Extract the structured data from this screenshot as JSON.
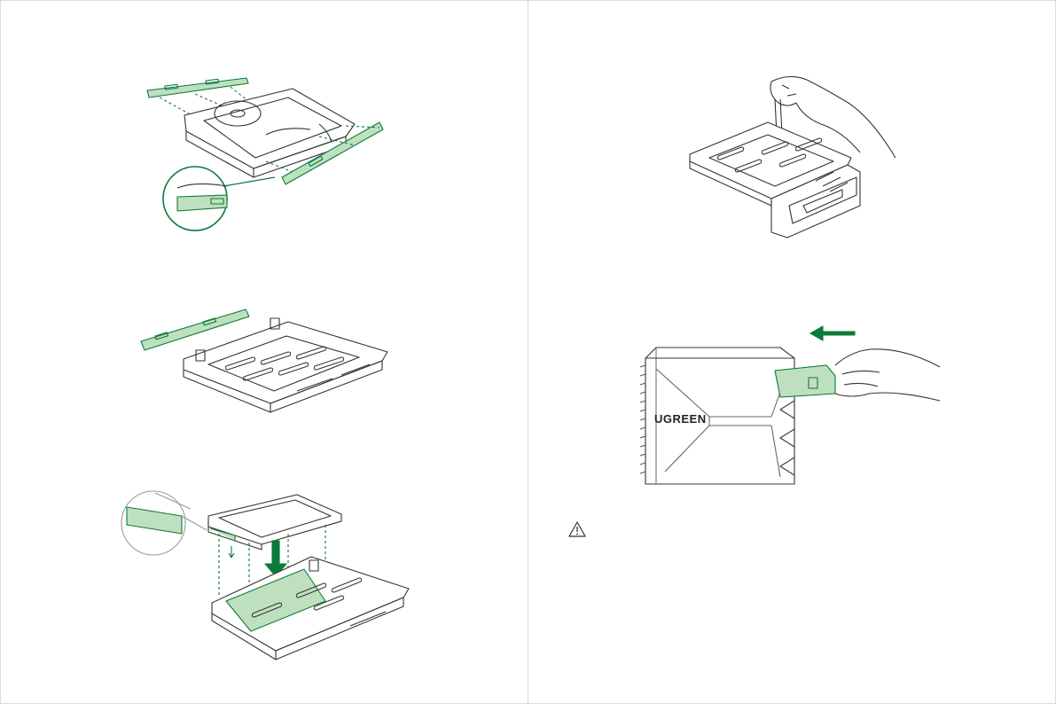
{
  "colors": {
    "accent": "#0b7a3b",
    "highlight": "#bfe0bf",
    "line": "#333333",
    "divider": "#dcdcdc"
  },
  "figures": {
    "fig1": {
      "name": "hdd-side-rails-installation"
    },
    "fig2": {
      "name": "ssd-tray-with-rail"
    },
    "fig3": {
      "name": "ssd-placed-into-tray"
    },
    "fig4": {
      "name": "screw-fastening-with-screwdriver"
    },
    "fig5": {
      "name": "insert-tray-into-enclosure",
      "brand_logo": "UGREEN"
    }
  },
  "icons": {
    "warning": "warning-triangle-icon",
    "arrow": "arrow-left-icon"
  }
}
